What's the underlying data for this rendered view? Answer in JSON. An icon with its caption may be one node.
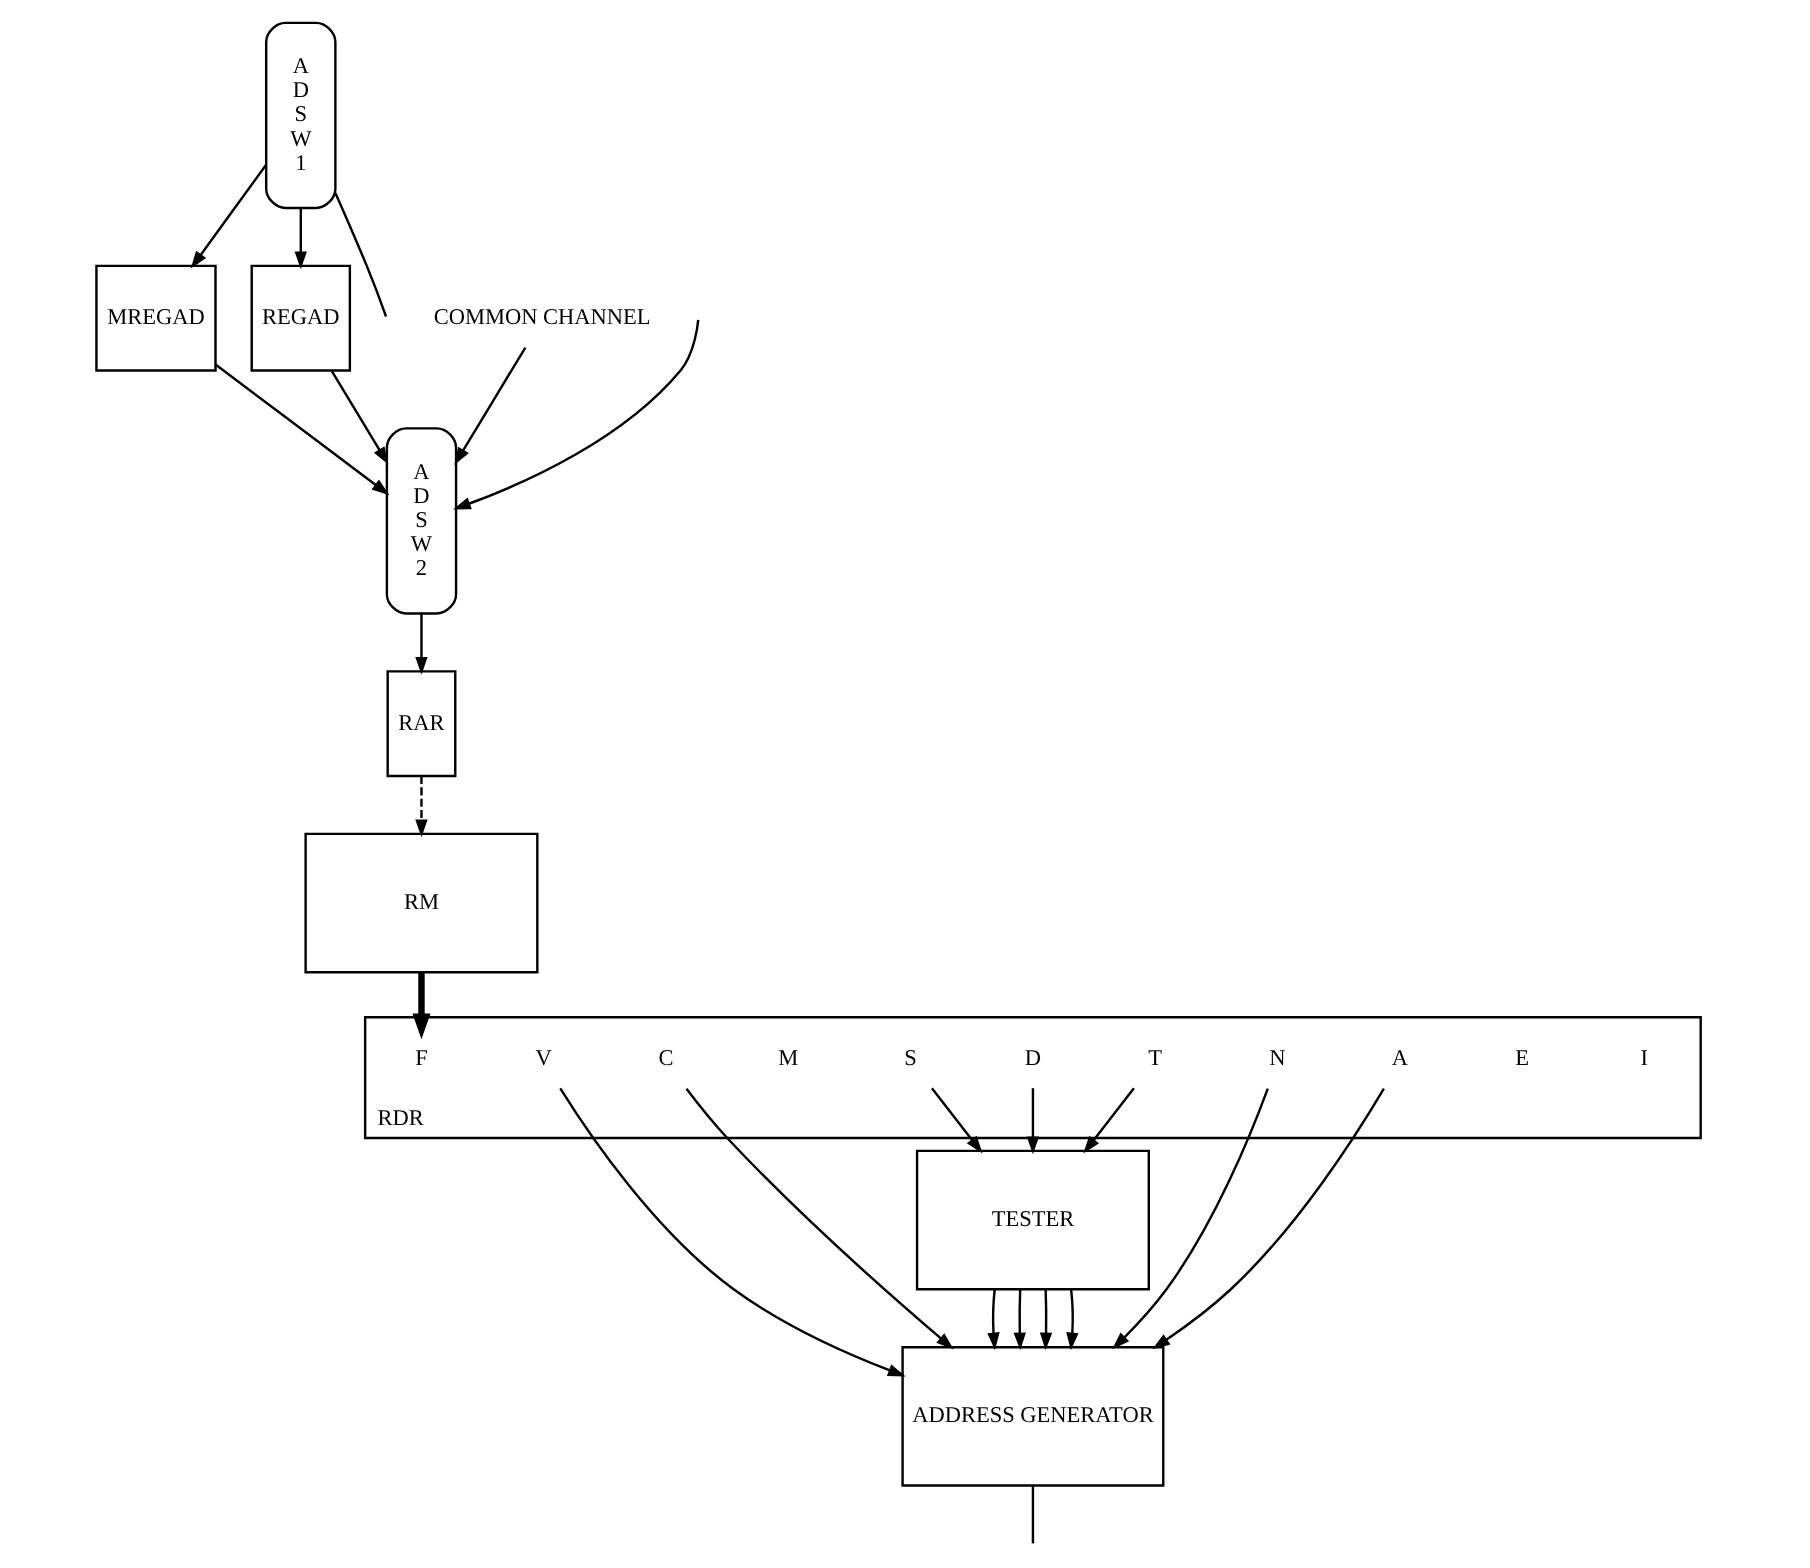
{
  "diagram": {
    "nodes": [
      {
        "text": [
          "RM"
        ]
      },
      {
        "text": [
          "RAR"
        ]
      },
      {
        "text": [
          "A D S W 2"
        ]
      },
      {
        "text": [
          "MREGAD"
        ]
      },
      {
        "text": [
          "REGAD"
        ]
      },
      {
        "text": [
          "A D S W 1"
        ]
      },
      {
        "text": [
          "COMMON CHANNEL"
        ]
      },
      {
        "text": [
          "RDR"
        ]
      },
      {
        "text": [
          "F"
        ],
        "in": 7
      },
      {
        "text": [
          "V"
        ],
        "in": 7
      },
      {
        "text": [
          "C"
        ],
        "in": 7
      },
      {
        "text": [
          "M"
        ],
        "in": 7
      },
      {
        "text": [
          "S"
        ],
        "in": 7
      },
      {
        "text": [
          "D"
        ],
        "in": 7
      },
      {
        "text": [
          "T"
        ],
        "in": 7
      },
      {
        "text": [
          "N"
        ],
        "in": 7
      },
      {
        "text": [
          "A"
        ],
        "in": 7
      },
      {
        "text": [
          "E"
        ],
        "in": 7
      },
      {
        "text": [
          "I"
        ],
        "in": 7
      },
      {
        "text": [
          "TESTER"
        ]
      },
      {
        "text": [
          "ADDRESS GENERATOR"
        ]
      }
    ],
    "edges": [
      {
        "from": 6,
        "to": 2,
        "arrow": "to"
      },
      {
        "from": 5,
        "to": 3,
        "arrow": "to"
      },
      {
        "from": 5,
        "to": 4,
        "arrow": "to"
      },
      {
        "from": 5,
        "to": null,
        "arrow": "none"
      },
      {
        "from": 3,
        "to": 2,
        "arrow": "to"
      },
      {
        "from": 4,
        "to": 2,
        "arrow": "to"
      },
      {
        "from": null,
        "to": 2,
        "arrow": "to"
      },
      {
        "from": 2,
        "to": 1,
        "arrow": "to"
      },
      {
        "from": 1,
        "to": 0,
        "arrow": "to",
        "style": "dashed"
      },
      {
        "from": 0,
        "to": 8,
        "arrow": "to",
        "style": "thick"
      },
      {
        "from": 12,
        "to": 19,
        "arrow": "to"
      },
      {
        "from": 13,
        "to": 19,
        "arrow": "to"
      },
      {
        "from": 14,
        "to": 19,
        "arrow": "to"
      },
      {
        "from": 15,
        "to": 20,
        "arrow": "to"
      },
      {
        "from": 16,
        "to": 20,
        "arrow": "to"
      },
      {
        "from": 9,
        "to": 20,
        "arrow": "to"
      },
      {
        "from": 10,
        "to": 20,
        "arrow": "to"
      },
      {
        "from": 19,
        "to": 20,
        "arrow": "to"
      },
      {
        "from": 19,
        "to": 20,
        "arrow": "to"
      },
      {
        "from": 19,
        "to": 20,
        "arrow": "to"
      },
      {
        "from": 19,
        "to": 20,
        "arrow": "to"
      },
      {
        "from": 20,
        "to": null,
        "arrow": "none"
      }
    ]
  }
}
